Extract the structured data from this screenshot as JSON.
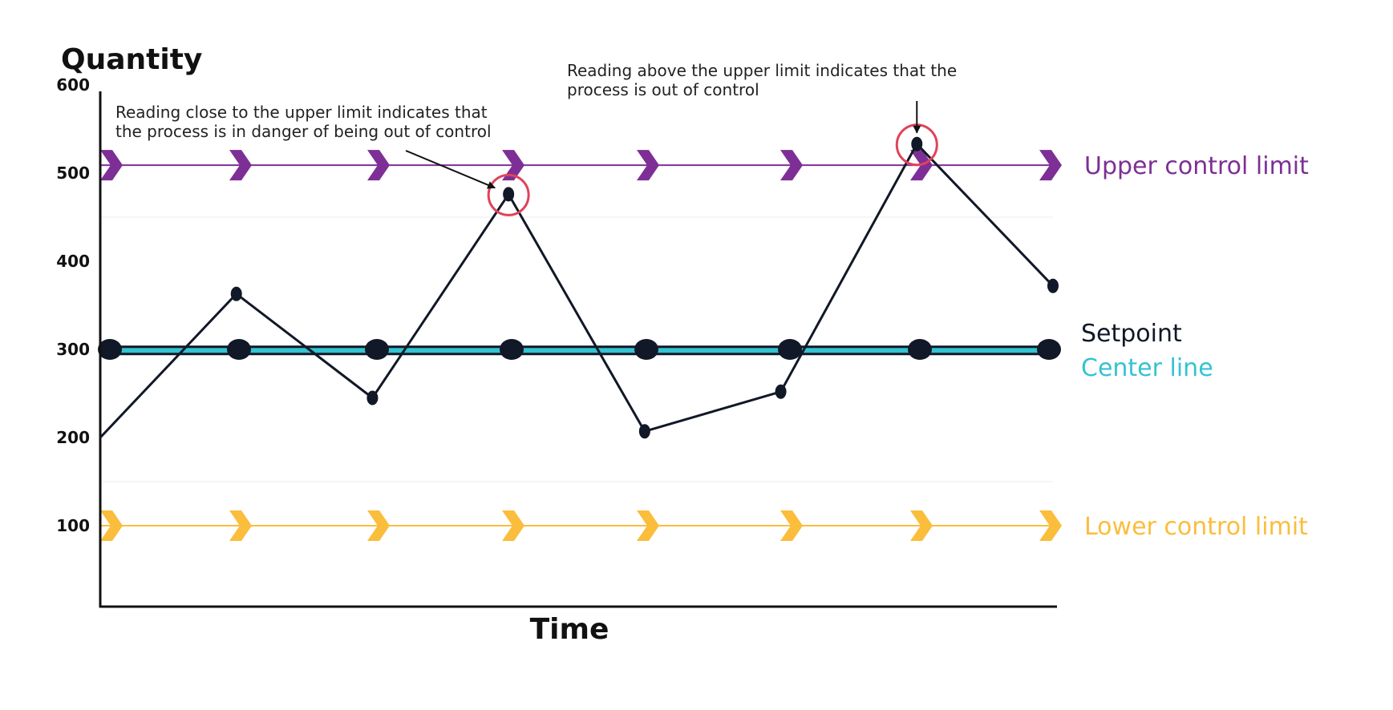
{
  "chart_data": {
    "type": "line",
    "title": "",
    "ylabel": "Quantity",
    "xlabel": "Time",
    "ylim": [
      0,
      600
    ],
    "yticks": [
      100,
      200,
      300,
      400,
      500,
      600
    ],
    "grid": "minor horizontal lines",
    "series": [
      {
        "name": "",
        "color": "#111827",
        "x": [
          0,
          1,
          2,
          3,
          4,
          5,
          6,
          7
        ],
        "points": [
          {
            "x": 0,
            "y": 200
          },
          {
            "x": 1,
            "y": 363
          },
          {
            "x": 2,
            "y": 245
          },
          {
            "x": 3,
            "y": 476
          },
          {
            "x": 4,
            "y": 207
          },
          {
            "x": 5,
            "y": 252
          },
          {
            "x": 6,
            "y": 533
          },
          {
            "x": 7,
            "y": 372
          }
        ]
      }
    ],
    "reference_lines": [
      {
        "key": "upper",
        "label": "Upper control limit",
        "value": 509,
        "color": "#7e2f96",
        "marker": "chevron"
      },
      {
        "key": "setpoint",
        "label": "Setpoint",
        "value": 300,
        "color": "#111827",
        "marker": "dot"
      },
      {
        "key": "center",
        "label": "Center line",
        "value": 298,
        "color": "#34c3d1",
        "marker": "dot"
      },
      {
        "key": "lower",
        "label": "Lower control limit",
        "value": 100,
        "color": "#fbbd3c",
        "marker": "chevron"
      }
    ],
    "highlighted_points": [
      {
        "point_index": 3,
        "color": "#e0435a"
      },
      {
        "point_index": 6,
        "color": "#e0435a"
      }
    ],
    "annotations": [
      {
        "lines": [
          "Reading close to the upper limit indicates that",
          "the process is in danger of being out of control"
        ],
        "target_point_index": 3
      },
      {
        "lines": [
          "Reading above the upper limit indicates that the",
          "process is out of control"
        ],
        "target_point_index": 6
      }
    ]
  }
}
